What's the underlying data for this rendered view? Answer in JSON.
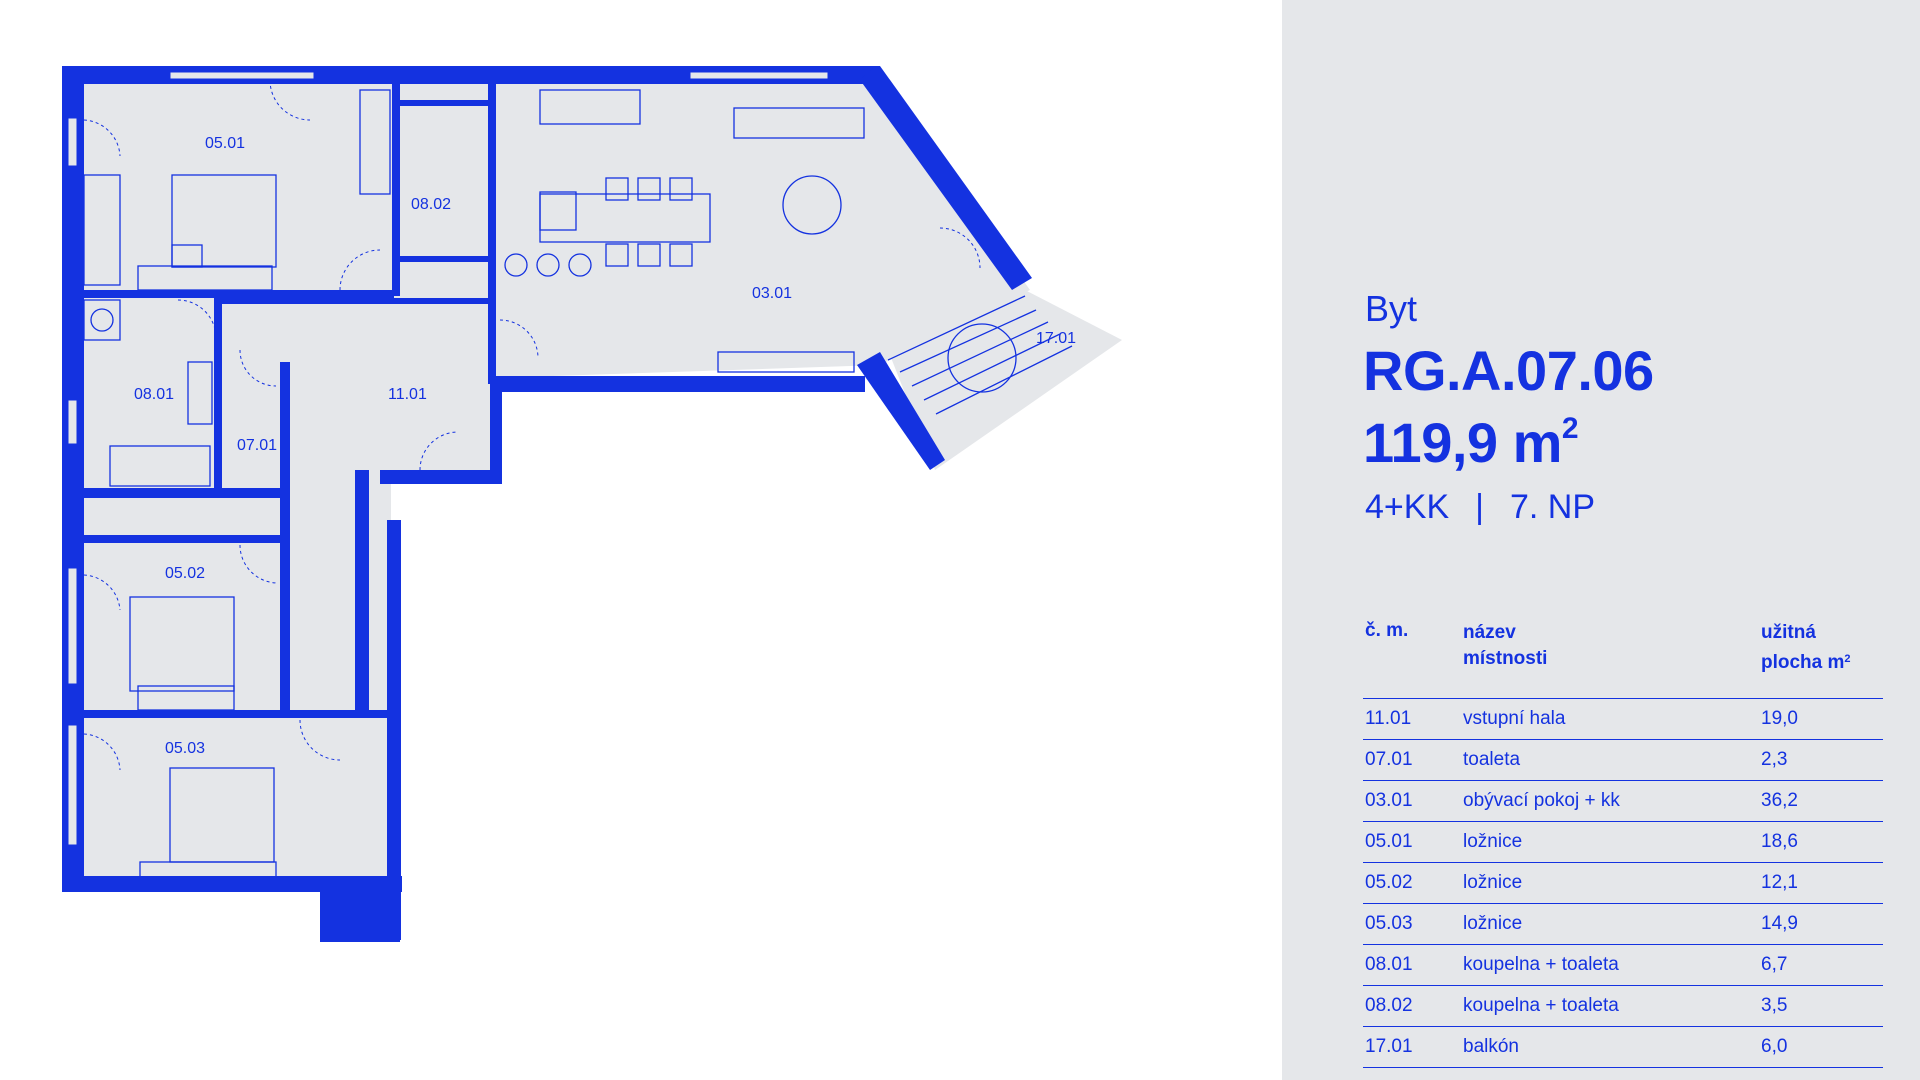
{
  "plan": {
    "colors": {
      "wall": "#1432e0",
      "floor": "#e5e7ea",
      "background": "#ffffff"
    },
    "room_labels": [
      "05.01",
      "08.02",
      "03.01",
      "17.01",
      "08.01",
      "11.01",
      "07.01",
      "05.02",
      "05.03"
    ]
  },
  "unit": {
    "type": "Byt",
    "code": "RG.A.07.06",
    "area_value": "119,9 m",
    "area_unit_sup": "2",
    "layout": "4+KK",
    "separator": "|",
    "floor": "7. NP"
  },
  "table": {
    "headers": {
      "number": "č. m.",
      "name_line1": "název",
      "name_line2": "místnosti",
      "area_line1": "užitná",
      "area_line2": "plocha m",
      "area_sup": "2"
    },
    "rows": [
      {
        "number": "11.01",
        "name": "vstupní hala",
        "area": "19,0"
      },
      {
        "number": "07.01",
        "name": "toaleta",
        "area": "2,3"
      },
      {
        "number": "03.01",
        "name": "obývací pokoj + kk",
        "area": "36,2"
      },
      {
        "number": "05.01",
        "name": "ložnice",
        "area": "18,6"
      },
      {
        "number": "05.02",
        "name": "ložnice",
        "area": "12,1"
      },
      {
        "number": "05.03",
        "name": "ložnice",
        "area": "14,9"
      },
      {
        "number": "08.01",
        "name": "koupelna + toaleta",
        "area": "6,7"
      },
      {
        "number": "08.02",
        "name": "koupelna + toaleta",
        "area": "3,5"
      },
      {
        "number": "17.01",
        "name": "balkón",
        "area": "6,0"
      }
    ]
  }
}
